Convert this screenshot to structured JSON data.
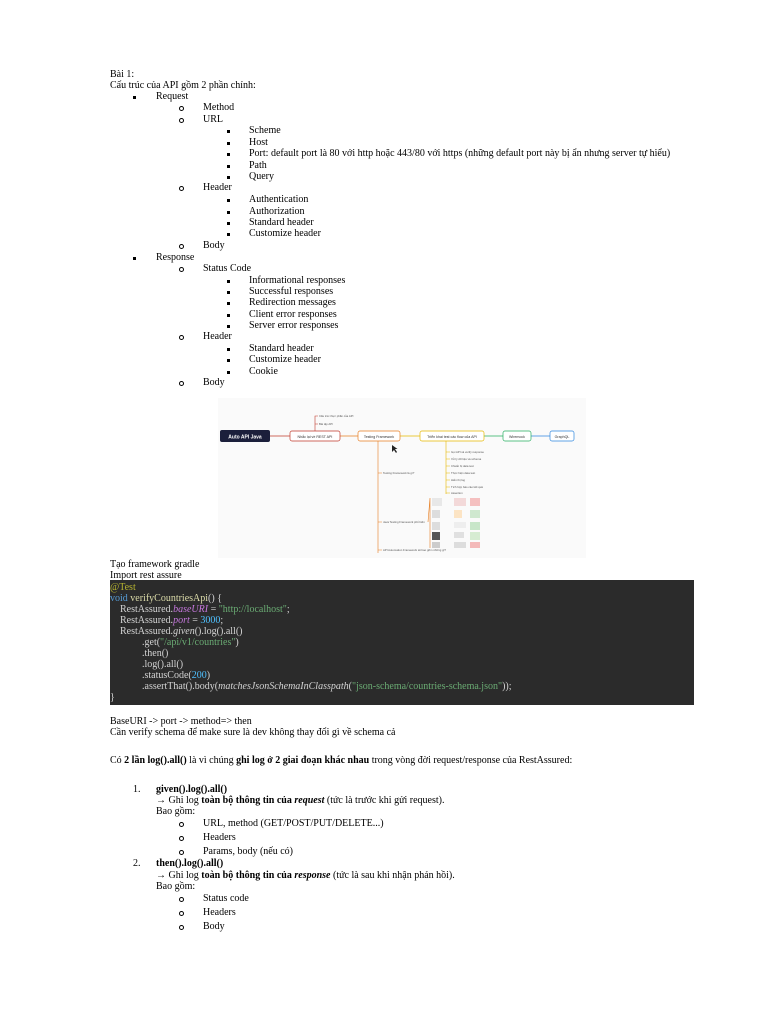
{
  "doc": {
    "title": "Bài 1:",
    "intro": "Cấu trúc của API gồm 2 phần chính:",
    "request": {
      "label": "Request",
      "method": "Method",
      "url": "URL",
      "url_items": [
        "Scheme",
        "Host",
        "Port: default port là 80 với http hoặc 443/80 với https (những default port này bị ẩn nhưng server tự hiểu)",
        "Path",
        "Query"
      ],
      "header": "Header",
      "header_items": [
        "Authentication",
        "Authorization",
        "Standard header",
        "Customize header"
      ],
      "body": "Body"
    },
    "response": {
      "label": "Response",
      "status": "Status Code",
      "status_items": [
        "Informational responses",
        "Successful responses",
        "Redirection messages",
        "Client error responses",
        "Server error responses"
      ],
      "header": "Header",
      "header_items": [
        "Standard header",
        "Customize header",
        "Cookie"
      ],
      "body": "Body"
    },
    "mindmap": {
      "root": "Auto API Java",
      "nodes": [
        "Nhắc lại về REST API",
        "Testing Framework",
        "Triển khai test các flow của API",
        "Wiremock",
        "GraphQL"
      ],
      "sub_top": [
        "Cấu trúc thực phần của API",
        "Bài tập API"
      ],
      "sub_testing": [
        "Testing Framework là gì?",
        "Java Testing Framework phổ biến",
        "API Automation Framework sẽ bao gồm những gì?"
      ],
      "sub_flow": [
        "Gọi API và verify response",
        "Xử lý dữ liệu và schema",
        "Chuẩn bị data test",
        "Thực hiện data test",
        "Hiển thị log",
        "Tích hợp báo cáo kết quả",
        "Assertion"
      ]
    },
    "after_image": [
      "Tạo framework gradle",
      "Import rest assure"
    ],
    "after_code": [
      "BaseURI -> port -> method=> then",
      "Cần verify schema để make sure là dev không  thay đổi gì về schema cả"
    ],
    "explain": {
      "pre": "Có ",
      "b1": "2 lần log().all()",
      "mid": " là vì chúng ",
      "b2": "ghi log ở 2 giai đoạn khác nhau",
      "post": " trong vòng đời request/response của RestAssured:"
    },
    "numbered": [
      {
        "num": "1.",
        "title": "given().log().all()",
        "arrow": "→ Ghi log ",
        "bold": "toàn bộ thông tin của ",
        "bold_it": "request",
        "rest": " (tức là trước khi gửi request).",
        "includes": "Bao gồm:",
        "items": [
          "URL, method (GET/POST/PUT/DELETE...)",
          "Headers",
          "Params, body (nếu có)"
        ]
      },
      {
        "num": "2.",
        "title": "then().log().all()",
        "arrow": "→ Ghi log ",
        "bold": "toàn bộ thông tin của ",
        "bold_it": "response",
        "rest": " (tức là sau khi nhận phản hồi).",
        "includes": "Bao gồm:",
        "items": [
          "Status code",
          "Headers",
          "Body"
        ]
      }
    ]
  },
  "code": {
    "l1": "@Test",
    "l2_kw": "void ",
    "l2_fn": "verifyCountriesApi",
    "l2_rest": "() {",
    "l3_a": "RestAssured.",
    "l3_f": "baseURI",
    "l3_b": " = ",
    "l3_s": "\"http://localhost\"",
    "l3_c": ";",
    "l4_a": "RestAssured.",
    "l4_f": "port",
    "l4_b": " = ",
    "l4_n": "3000",
    "l4_c": ";",
    "l5_a": "RestAssured.",
    "l5_i": "given",
    "l5_b": "().log().all()",
    "l6_a": ".get(",
    "l6_s": "\"/api/v1/countries\"",
    "l6_b": ")",
    "l7": ".then()",
    "l8": ".log().all()",
    "l9_a": ".statusCode(",
    "l9_n": "200",
    "l9_b": ")",
    "l10_a": ".assertThat().body(",
    "l10_i": "matchesJsonSchemaInClasspath",
    "l10_b": "(",
    "l10_s": "\"json-schema/countries-schema.json\"",
    "l10_c": "));",
    "l11": "}"
  }
}
